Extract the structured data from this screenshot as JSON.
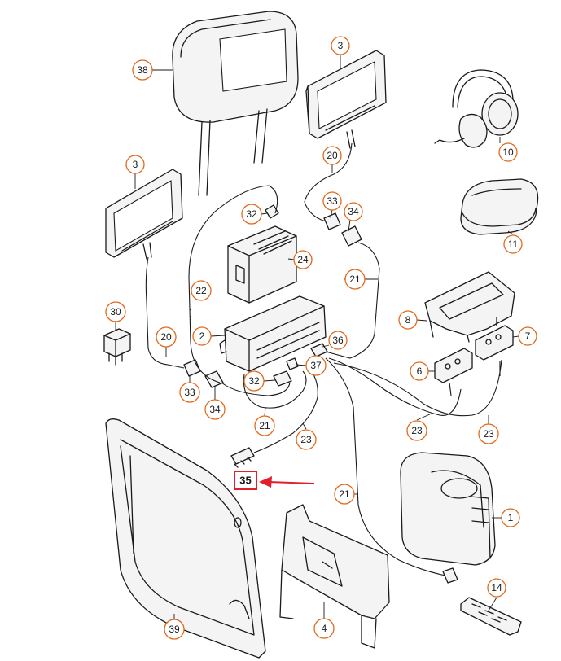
{
  "colors": {
    "callout_ring": "#e06a1c",
    "highlight": "#e0202a",
    "line": "#1a1a1a"
  },
  "callouts": [
    {
      "id": "c38",
      "label": "38",
      "part": "headrest"
    },
    {
      "id": "c3a",
      "label": "3",
      "part": "monitor-right"
    },
    {
      "id": "c10",
      "label": "10",
      "part": "headphones"
    },
    {
      "id": "c3b",
      "label": "3",
      "part": "monitor-left"
    },
    {
      "id": "c20a",
      "label": "20",
      "part": "cable-right-monitor"
    },
    {
      "id": "c32a",
      "label": "32",
      "part": "connector-upper"
    },
    {
      "id": "c33a",
      "label": "33",
      "part": "plug-upper"
    },
    {
      "id": "c34a",
      "label": "34",
      "part": "socket-upper"
    },
    {
      "id": "c11",
      "label": "11",
      "part": "headphone-case"
    },
    {
      "id": "c24",
      "label": "24",
      "part": "control-module"
    },
    {
      "id": "c22",
      "label": "22",
      "part": "cable-22"
    },
    {
      "id": "c21a",
      "label": "21",
      "part": "cable-21-upper"
    },
    {
      "id": "c30",
      "label": "30",
      "part": "relay"
    },
    {
      "id": "c8",
      "label": "8",
      "part": "console-bracket"
    },
    {
      "id": "c2",
      "label": "2",
      "part": "distribution-unit"
    },
    {
      "id": "c20b",
      "label": "20",
      "part": "cable-left-monitor"
    },
    {
      "id": "c36",
      "label": "36",
      "part": "connector-36"
    },
    {
      "id": "c7",
      "label": "7",
      "part": "jack-panel-right"
    },
    {
      "id": "c37",
      "label": "37",
      "part": "connector-37"
    },
    {
      "id": "c6",
      "label": "6",
      "part": "jack-panel-left"
    },
    {
      "id": "c32b",
      "label": "32",
      "part": "connector-lower"
    },
    {
      "id": "c33b",
      "label": "33",
      "part": "plug-lower"
    },
    {
      "id": "c34b",
      "label": "34",
      "part": "socket-lower"
    },
    {
      "id": "c21b",
      "label": "21",
      "part": "cable-21-lower"
    },
    {
      "id": "c23a",
      "label": "23",
      "part": "cable-23-center"
    },
    {
      "id": "c23b",
      "label": "23",
      "part": "cable-23-mid"
    },
    {
      "id": "c23c",
      "label": "23",
      "part": "cable-23-right"
    },
    {
      "id": "c21c",
      "label": "21",
      "part": "cable-21-long"
    },
    {
      "id": "c1",
      "label": "1",
      "part": "dvd-changer"
    },
    {
      "id": "c14",
      "label": "14",
      "part": "remote-control"
    },
    {
      "id": "c4",
      "label": "4",
      "part": "mounting-bracket"
    },
    {
      "id": "c39",
      "label": "39",
      "part": "side-trim-panel"
    }
  ],
  "highlight": {
    "label": "35",
    "part": "connector-35"
  }
}
